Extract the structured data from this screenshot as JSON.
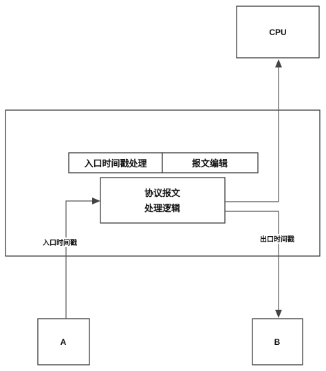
{
  "diagram": {
    "nodes": {
      "cpu": "CPU",
      "a": "A",
      "b": "B",
      "ingress_timestamp_processing": "入口时间戳处理",
      "packet_edit": "报文编辑",
      "protocol_logic_line1": "协议报文",
      "protocol_logic_line2": "处理逻辑"
    },
    "edge_labels": {
      "ingress_timestamp": "入口时间戳",
      "egress_timestamp": "出口时间戳"
    },
    "edges": [
      {
        "from": "a",
        "to": "protocol_logic",
        "label": "ingress_timestamp"
      },
      {
        "from": "protocol_logic",
        "to": "cpu"
      },
      {
        "from": "protocol_logic",
        "to": "b",
        "label": "egress_timestamp"
      }
    ]
  }
}
